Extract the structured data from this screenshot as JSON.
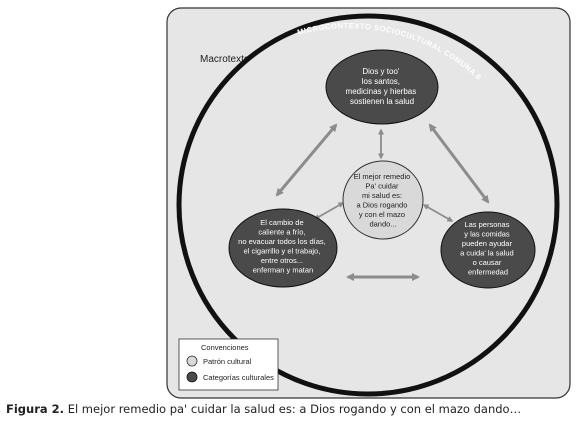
{
  "diagram": {
    "macro_label": "Macrotexto",
    "ring_label": "MICROCONTEXTO SOCIOCULTURAL COMUNA 6",
    "top_node": [
      "Dios y too'",
      "los santos,",
      "medicinas y hierbas",
      "sostienen la salud"
    ],
    "center_node": [
      "El mejor remedio",
      "Pa' cuidar",
      "mi salud es:",
      "a Dios rogando",
      "y con el mazo",
      "dando..."
    ],
    "left_node": [
      "El cambio de",
      "caliente a frío,",
      "no evacuar todos los días,",
      "el cigarrillo y el trabajo,",
      "entre otros...",
      "enferman y matan"
    ],
    "right_node": [
      "Las personas",
      "y las comidas",
      "pueden ayudar",
      "a cuida' la salud",
      "o causar",
      "enfermedad"
    ]
  },
  "legend": {
    "title": "Convenciones",
    "items": [
      {
        "label": "Patrón cultural",
        "color": "#d9d9d9"
      },
      {
        "label": "Categorías culturales",
        "color": "#4a4a4a"
      }
    ]
  },
  "caption": {
    "prefix": "Figura 2.",
    "text": "El mejor remedio pa' cuidar la salud es: a Dios rogando y con el mazo dando…"
  },
  "colors": {
    "panel": "#e6e6e6",
    "dark_node": "#4a4a4a",
    "light_node": "#d9d9d9",
    "ring": "#111111",
    "arrow": "#8c8c8c"
  }
}
